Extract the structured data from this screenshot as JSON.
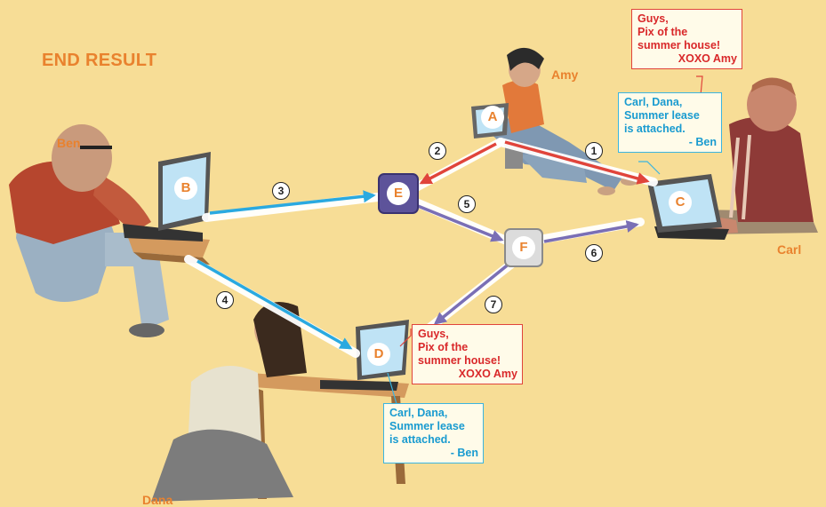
{
  "title": "END RESULT",
  "people": {
    "amy": "Amy",
    "ben": "Ben",
    "carl": "Carl",
    "dana": "Dana"
  },
  "nodes": {
    "A": "A",
    "B": "B",
    "C": "C",
    "D": "D",
    "E": "E",
    "F": "F"
  },
  "steps": [
    "1",
    "2",
    "3",
    "4",
    "5",
    "6",
    "7"
  ],
  "amy_message": {
    "line1": "Guys,",
    "line2": "Pix of the",
    "line3": "summer house!",
    "signature": "XOXO Amy"
  },
  "ben_message": {
    "line1": "Carl, Dana,",
    "line2": "Summer lease",
    "line3": "is attached.",
    "signature": "- Ben"
  },
  "colors": {
    "background": "#f7dd96",
    "title": "#e9822e",
    "amy_arrow": "#e0443b",
    "ben_arrow": "#2aa9e0",
    "forward_arrow": "#7a6fb5",
    "server_e": "#5d539a",
    "server_f": "#dcdcdc"
  }
}
